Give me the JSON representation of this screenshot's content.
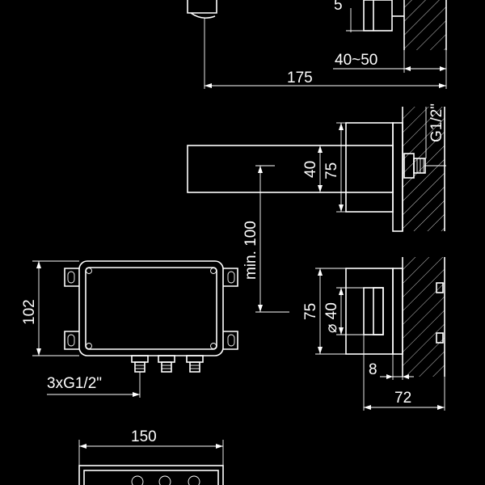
{
  "dimensions": {
    "top_height": "5",
    "wall_thickness": "40~50",
    "spout_reach": "175",
    "thread_side": "G1/2\"",
    "spout_height": "40",
    "plate_height": "75",
    "min_clearance": "min. 100",
    "box_height": "102",
    "box_connections": "3xG1/2\"",
    "handle_plate_height": "75",
    "handle_diameter": "⌀ 40",
    "plate_thickness": "8",
    "handle_depth": "72",
    "box_width": "150"
  }
}
